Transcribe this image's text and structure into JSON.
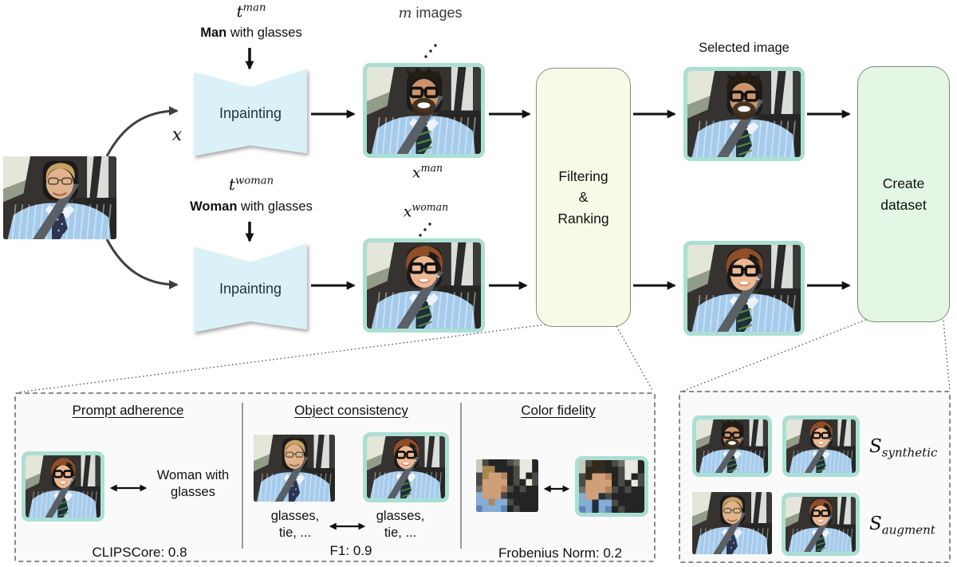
{
  "flow": {
    "input_label": "x",
    "prompt_top": {
      "t": "t",
      "sup": "man",
      "bold": "Man",
      "rest": " with glasses"
    },
    "prompt_bottom": {
      "t": "t",
      "sup": "woman",
      "bold": "Woman",
      "rest": " with glasses"
    },
    "inpainting_top": "Inpainting",
    "inpainting_bottom": "Inpainting",
    "m_images": {
      "var": "m",
      "rest": " images"
    },
    "x_man": {
      "base": "x",
      "sup": "man"
    },
    "x_woman": {
      "base": "x",
      "sup": "woman"
    },
    "filtering": {
      "line1": "Filtering",
      "line2": "&",
      "line3": "Ranking"
    },
    "selected_image": "Selected image",
    "create": {
      "line1": "Create",
      "line2": "dataset"
    }
  },
  "metrics_panel": {
    "prompt_adherence": {
      "title": "Prompt adherence",
      "caption1": "Woman with",
      "caption2": "glasses",
      "score": "CLIPSCore: 0.8"
    },
    "object_consistency": {
      "title": "Object consistency",
      "left1": "glasses,",
      "left2": "tie, ...",
      "right1": "glasses,",
      "right2": "tie, ...",
      "score": "F1: 0.9"
    },
    "color_fidelity": {
      "title": "Color fidelity",
      "score": "Frobenius Norm: 0.2"
    }
  },
  "dataset_panel": {
    "synthetic": {
      "symbol": "S",
      "sub": "synthetic"
    },
    "augment": {
      "symbol": "S",
      "sub": "augment"
    }
  },
  "images": {
    "input": {
      "variant": "orig",
      "bordered": false,
      "desc": "Original image x: man wearing glasses in a car"
    },
    "candidates_man": {
      "variant": "man",
      "bordered": true,
      "desc": "Generated candidate x-man: inpainted man with glasses"
    },
    "candidates_woman": {
      "variant": "woman",
      "bordered": true,
      "desc": "Generated candidate x-woman: inpainted woman with glasses"
    },
    "selected_man": {
      "variant": "man",
      "bordered": true,
      "desc": "Selected inpainted man image"
    },
    "selected_woman": {
      "variant": "woman",
      "bordered": true,
      "desc": "Selected inpainted woman image"
    },
    "pa_image": {
      "variant": "woman",
      "bordered": true,
      "desc": "Generated image compared against prompt"
    },
    "oc_original": {
      "variant": "orig",
      "bordered": false,
      "desc": "Original image for object consistency"
    },
    "oc_generated": {
      "variant": "woman",
      "bordered": true,
      "desc": "Generated image for object consistency"
    },
    "cf_original": {
      "variant": "orig_px",
      "bordered": false,
      "desc": "Pixelated original for color fidelity"
    },
    "cf_generated": {
      "variant": "man_px",
      "bordered": true,
      "desc": "Pixelated generated image for color fidelity"
    },
    "set_syn_man": {
      "variant": "man",
      "bordered": true,
      "desc": "Synthetic set: man image"
    },
    "set_syn_woman": {
      "variant": "woman",
      "bordered": true,
      "desc": "Synthetic set: woman image"
    },
    "set_aug_original": {
      "variant": "orig",
      "bordered": false,
      "desc": "Augment set: original image"
    },
    "set_aug_woman": {
      "variant": "woman",
      "bordered": true,
      "desc": "Augment set: woman image"
    }
  },
  "colors": {
    "teal_border": "#aadfd3",
    "inpainting_fill": "#daf1f8",
    "filtering_fill": "#f8f9e7",
    "create_fill": "#e4f6e4",
    "panel_bg": "#fafafa"
  }
}
